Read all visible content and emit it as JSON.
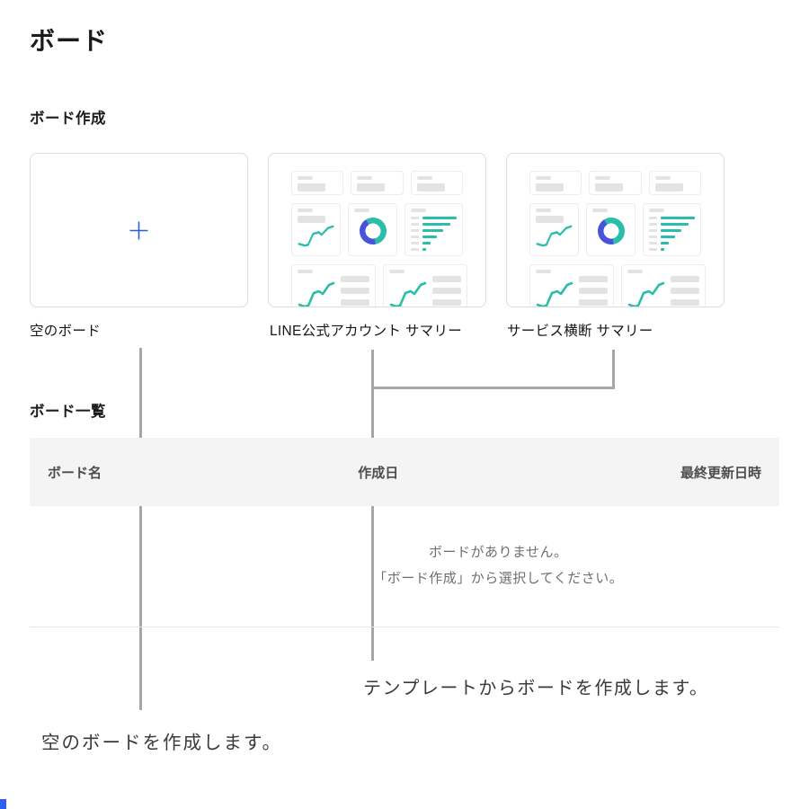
{
  "page": {
    "title": "ボード"
  },
  "create_section": {
    "heading": "ボード作成",
    "cards": [
      {
        "label": "空のボード",
        "type": "empty",
        "icon": "plus-icon"
      },
      {
        "label": "LINE公式アカウント サマリー",
        "type": "template",
        "icon": "dashboard-thumbnail"
      },
      {
        "label": "サービス横断 サマリー",
        "type": "template",
        "icon": "dashboard-thumbnail"
      }
    ]
  },
  "list_section": {
    "heading": "ボード一覧",
    "table": {
      "columns": [
        "ボード名",
        "作成日",
        "最終更新日時"
      ],
      "empty": {
        "line1": "ボードがありません。",
        "line2": "「ボード作成」から選択してください。"
      }
    }
  },
  "annotations": {
    "template_note": "テンプレートからボードを作成します。",
    "empty_board_note": "空のボードを作成します。"
  },
  "colors": {
    "accent_blue": "#2b5ce0",
    "chart_teal": "#2abdaa",
    "chart_indigo": "#4753d9",
    "connector_gray": "#a6a6a6",
    "table_header_bg": "#f4f4f4"
  }
}
